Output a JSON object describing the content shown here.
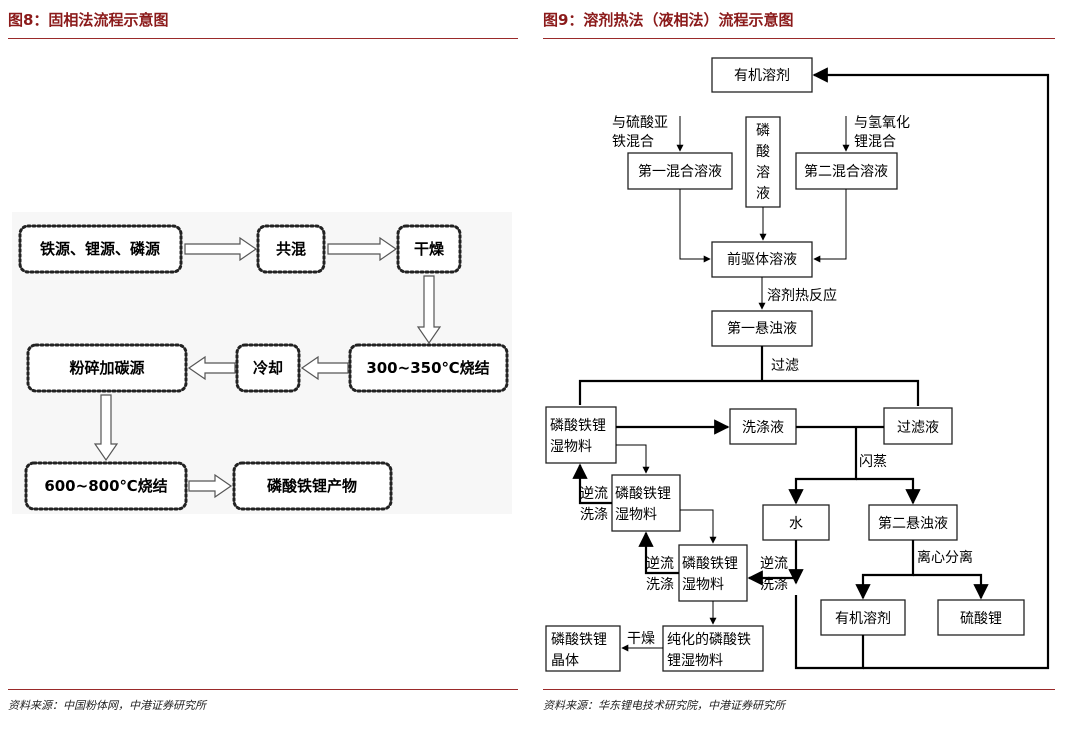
{
  "left": {
    "title": "图8：固相法流程示意图",
    "source": "资料来源：中国粉体网，中港证券研究所",
    "nodes": {
      "raw": "铁源、锂源、磷源",
      "mix": "共混",
      "dry": "干燥",
      "sinter1": "300~350℃烧结",
      "cool": "冷却",
      "crush": "粉碎加碳源",
      "sinter2": "600~800℃烧结",
      "product": "磷酸铁锂产物"
    }
  },
  "right": {
    "title": "图9：溶剂热法（液相法）流程示意图",
    "source": "资料来源：华东锂电技术研究院，中港证券研究所",
    "nodes": {
      "org_solvent": "有机溶剂",
      "phos1": "磷",
      "phos2": "酸",
      "phos3": "溶",
      "phos4": "液",
      "mix1": "第一混合溶液",
      "mix2": "第二混合溶液",
      "precursor": "前驱体溶液",
      "susp1": "第一悬浊液",
      "wet1_l1": "磷酸铁锂",
      "wet1_l2": "湿物料",
      "wash": "洗涤液",
      "filtrate": "过滤液",
      "wet2_l1": "磷酸铁锂",
      "wet2_l2": "湿物料",
      "water": "水",
      "susp2": "第二悬浊液",
      "wet3_l1": "磷酸铁锂",
      "wet3_l2": "湿物料",
      "org_solvent2": "有机溶剂",
      "li_sulfate": "硫酸锂",
      "crystal_l1": "磷酸铁锂",
      "crystal_l2": "晶体",
      "pure_l1": "纯化的磷酸铁",
      "pure_l2": "锂湿物料"
    },
    "labels": {
      "ferrous_l1": "与硫酸亚",
      "ferrous_l2": "铁混合",
      "lioh_l1": "与氢氧化",
      "lioh_l2": "锂混合",
      "solvothermal": "溶剂热反应",
      "filter": "过滤",
      "flash": "闪蒸",
      "counter1_l1": "逆流",
      "counter1_l2": "洗涤",
      "counter2_l1": "逆流",
      "counter2_l2": "洗涤",
      "counter3_l1": "逆流",
      "counter3_l2": "洗涤",
      "centrifuge": "离心分离",
      "dry": "干燥"
    }
  }
}
